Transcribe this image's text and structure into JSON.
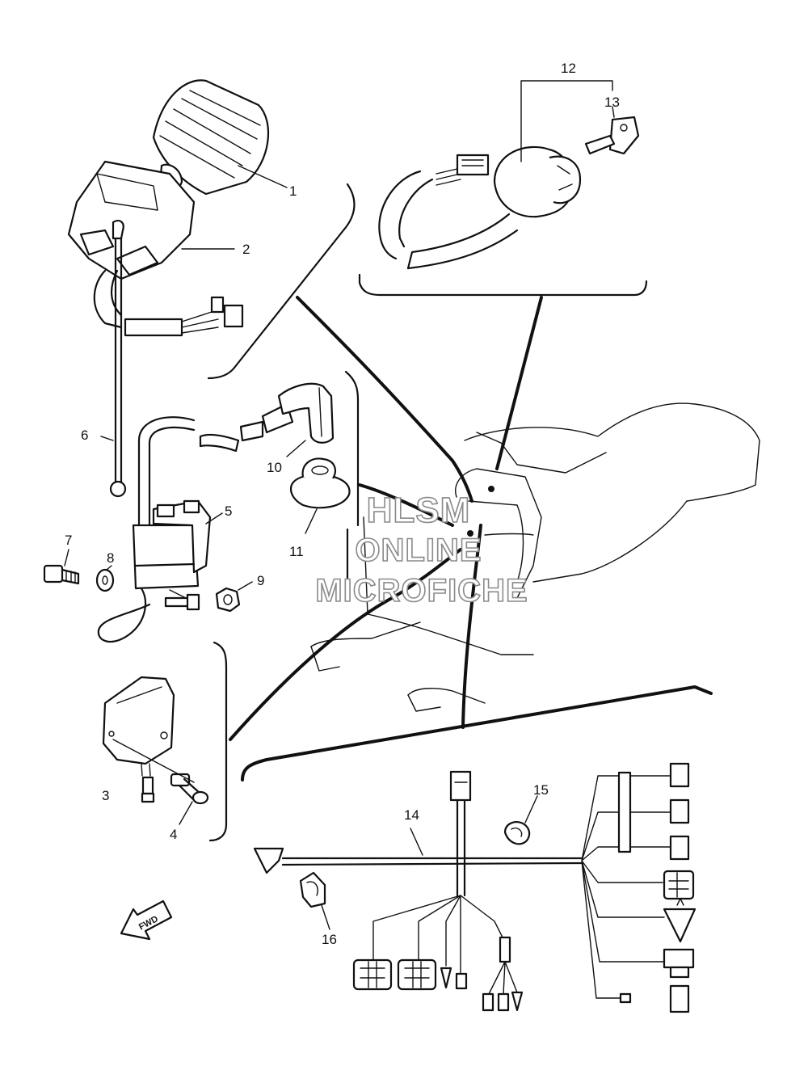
{
  "diagram": {
    "part_labels": {
      "p1": "1",
      "p2": "2",
      "p3": "3",
      "p4": "4",
      "p5": "5",
      "p6": "6",
      "p7": "7",
      "p8": "8",
      "p9": "9",
      "p10": "10",
      "p11": "11",
      "p12": "12",
      "p13": "13",
      "p14": "14",
      "p15": "15",
      "p16": "16"
    },
    "direction_marker": "FWD",
    "watermark": {
      "line1": "HLSM",
      "line2": "ONLINE",
      "line3": "MICROFICHE"
    }
  }
}
